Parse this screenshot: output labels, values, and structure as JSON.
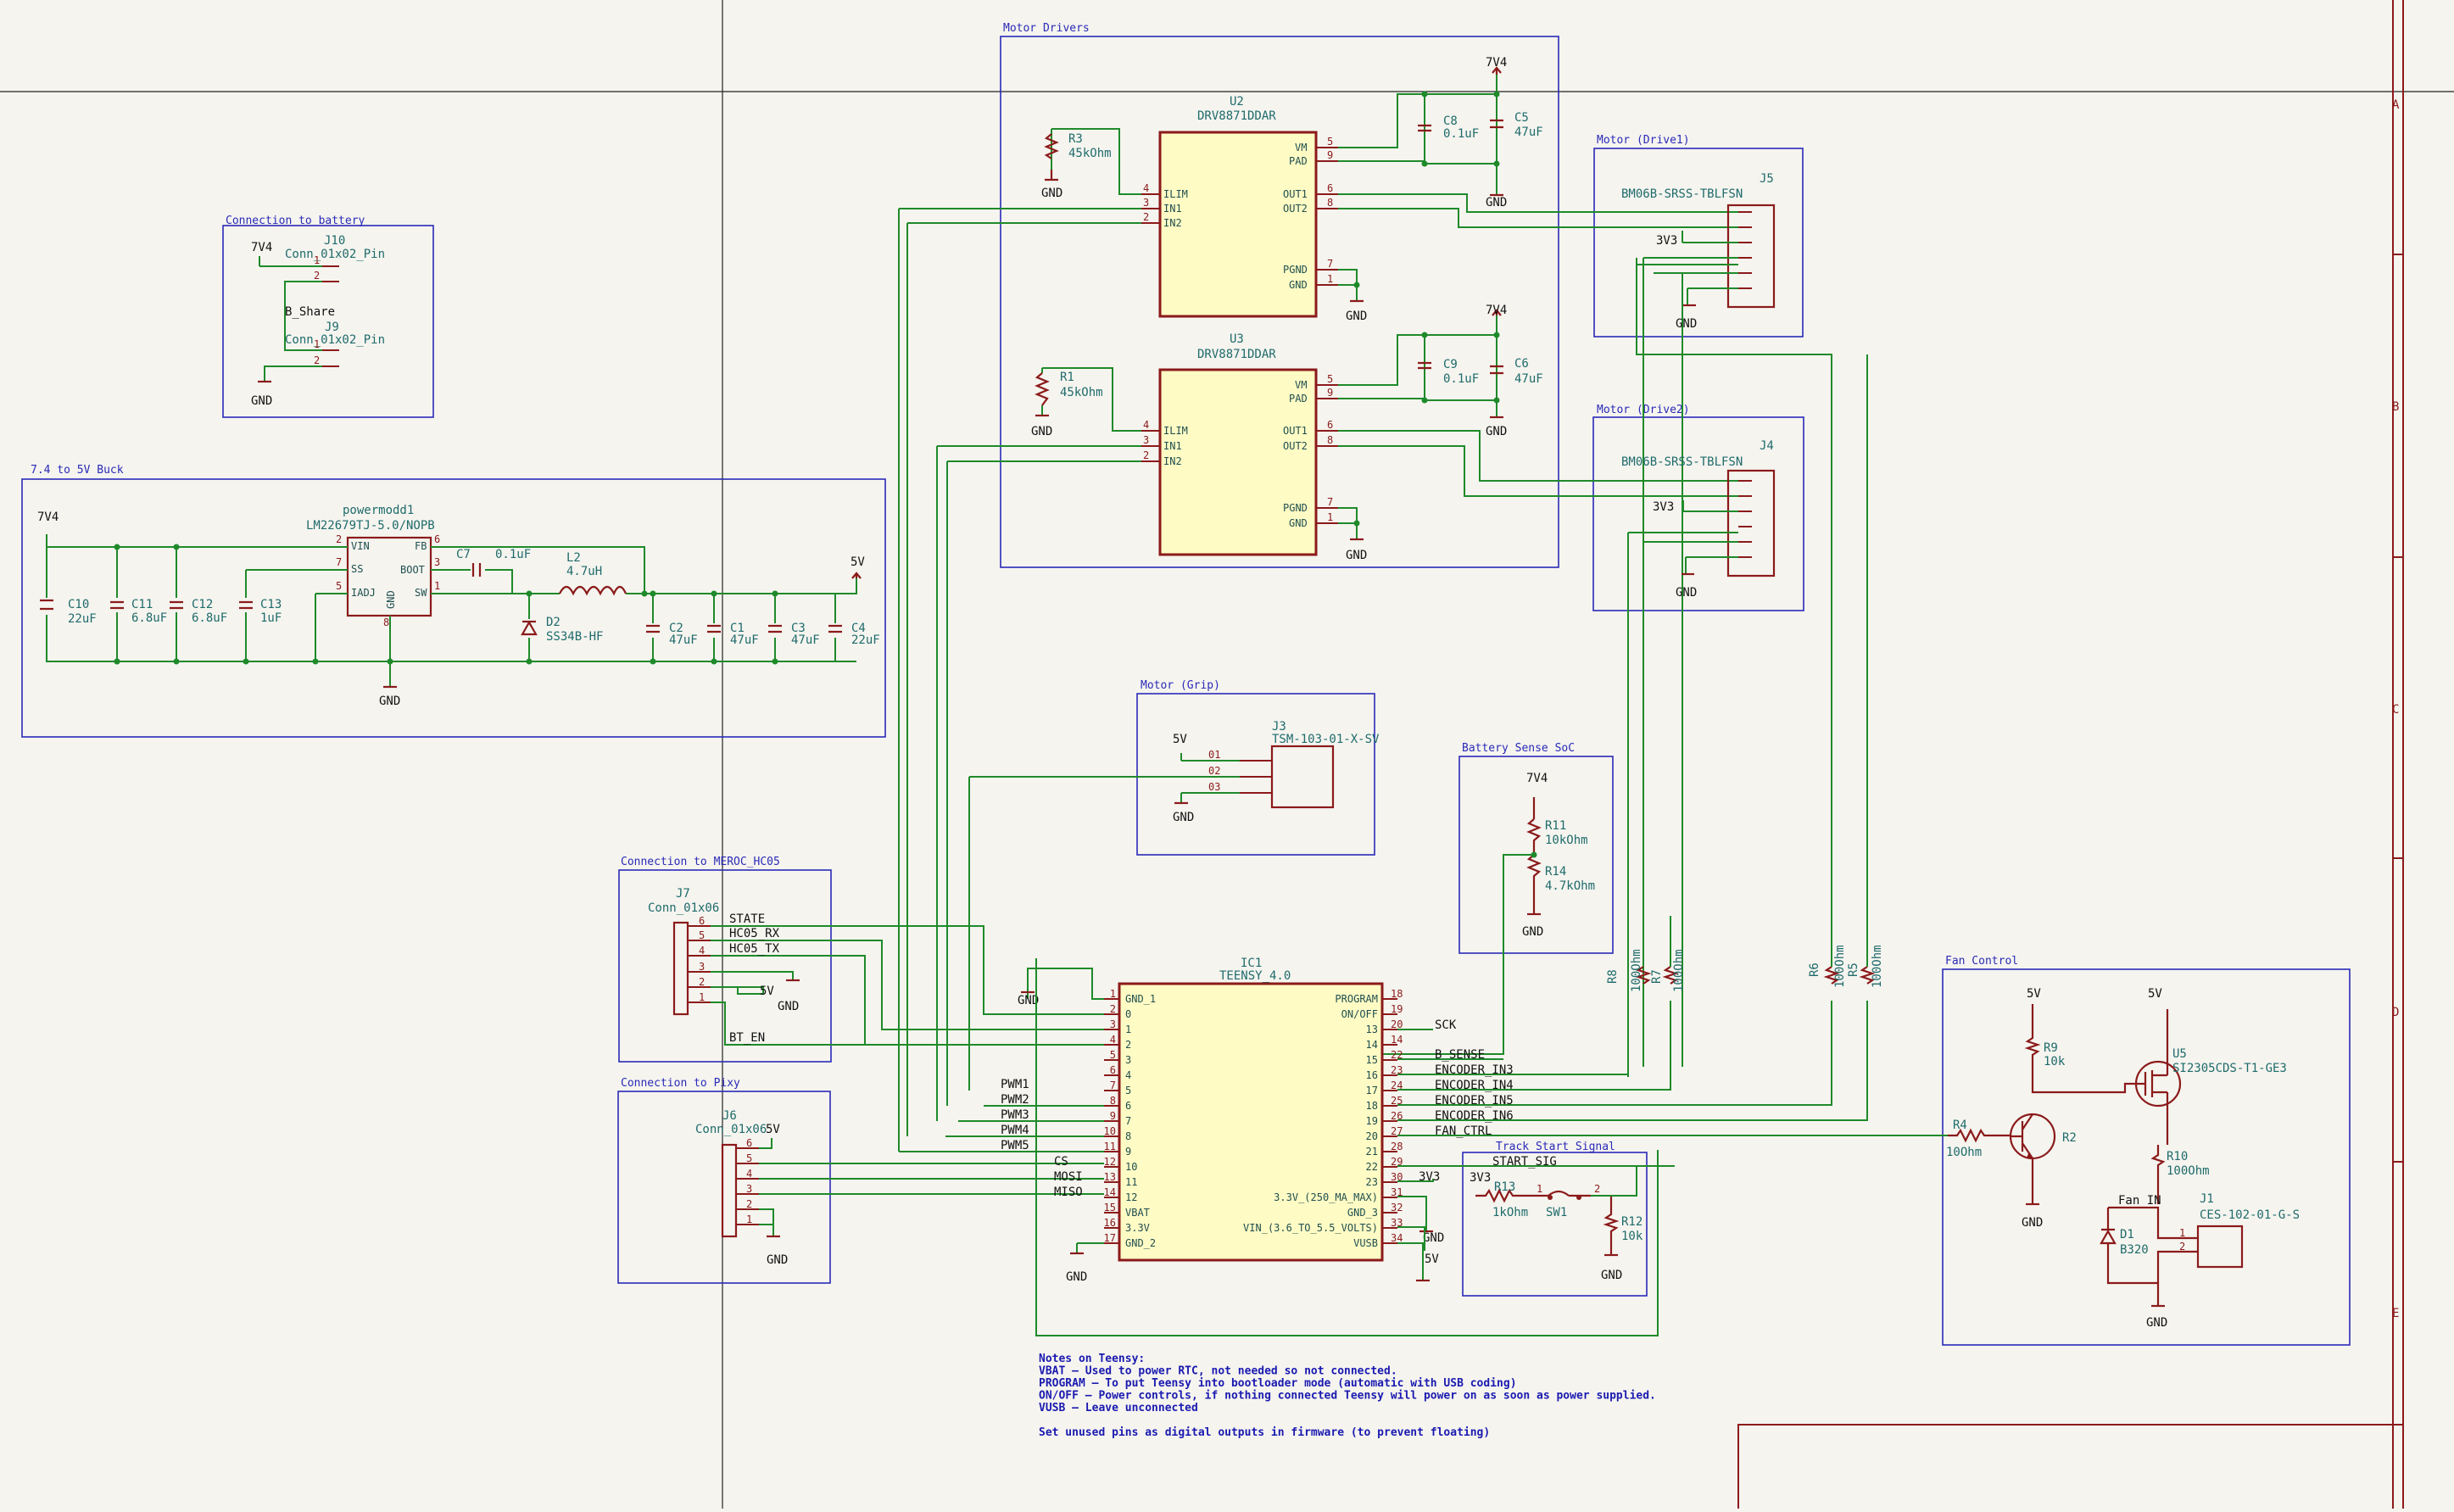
{
  "sheet_borders": {
    "row_letters": [
      "A",
      "B",
      "C",
      "D",
      "E"
    ]
  },
  "frames": {
    "motor_drivers": "Motor Drivers",
    "battery_conn": "Connection to battery",
    "buck": "7.4 to 5V Buck",
    "drive1": "Motor (Drive1)",
    "drive2": "Motor (Drive2)",
    "grip": "Motor (Grip)",
    "soc": "Battery Sense SoC",
    "hc05": "Connection to MEROC_HC05",
    "pixy": "Connection to Pixy",
    "fan": "Fan Control",
    "track": "Track Start Signal"
  },
  "u2": {
    "ref": "U2",
    "value": "DRV8871DDAR"
  },
  "u3": {
    "ref": "U3",
    "value": "DRV8871DDAR"
  },
  "drv_pins": {
    "ilim": "ILIM",
    "in1": "IN1",
    "in2": "IN2",
    "vm": "VM",
    "pad": "PAD",
    "out1": "OUT1",
    "out2": "OUT2",
    "pgnd": "PGND",
    "gnd": "GND"
  },
  "drv_pin_nums": {
    "ilim": "4",
    "in1": "3",
    "in2": "2",
    "vm": "5",
    "pad": "9",
    "out1": "6",
    "out2": "8",
    "pgnd": "7",
    "gnd": "1"
  },
  "r3": {
    "ref": "R3",
    "value": "45kOhm"
  },
  "r1": {
    "ref": "R1",
    "value": "45kOhm"
  },
  "c8": {
    "ref": "C8",
    "value": "0.1uF"
  },
  "c5": {
    "ref": "C5",
    "value": "47uF"
  },
  "c9": {
    "ref": "C9",
    "value": "0.1uF"
  },
  "c6": {
    "ref": "C6",
    "value": "47uF"
  },
  "j5": {
    "ref": "J5",
    "value": "BM06B-SRSS-TBLFSN"
  },
  "j4": {
    "ref": "J4",
    "value": "BM06B-SRSS-TBLFSN"
  },
  "j10": {
    "ref": "J10",
    "value": "Conn_01x02_Pin"
  },
  "j9": {
    "ref": "J9",
    "value": "Conn_01x02_Pin"
  },
  "b_share": "B_Share",
  "pm": {
    "ref": "powermodd1",
    "value": "LM22679TJ-5.0/NOPB"
  },
  "pm_pins": {
    "vin": "VIN",
    "ss": "SS",
    "iadj": "IADJ",
    "fb": "FB",
    "boot": "BOOT",
    "sw": "SW",
    "gnd": "GND"
  },
  "pm_pin_nums": {
    "vin": "2",
    "ss": "7",
    "iadj": "5",
    "fb": "6",
    "boot": "3",
    "sw": "1",
    "gnd": "8"
  },
  "buck_parts": {
    "c10": {
      "ref": "C10",
      "value": "22uF"
    },
    "c11": {
      "ref": "C11",
      "value": "6.8uF"
    },
    "c12": {
      "ref": "C12",
      "value": "6.8uF"
    },
    "c13": {
      "ref": "C13",
      "value": "1uF"
    },
    "c7": {
      "ref": "C7",
      "value": "0.1uF"
    },
    "l2": {
      "ref": "L2",
      "value": "4.7uH"
    },
    "d2": {
      "ref": "D2",
      "value": "SS34B-HF"
    },
    "c2": {
      "ref": "C2",
      "value": "47uF"
    },
    "c1": {
      "ref": "C1",
      "value": "47uF"
    },
    "c3": {
      "ref": "C3",
      "value": "47uF"
    },
    "c4": {
      "ref": "C4",
      "value": "22uF"
    }
  },
  "j3": {
    "ref": "J3",
    "value": "TSM-103-01-X-SV",
    "pins": [
      "01",
      "02",
      "03"
    ]
  },
  "r11": {
    "ref": "R11",
    "value": "10kOhm"
  },
  "r14": {
    "ref": "R14",
    "value": "4.7kOhm"
  },
  "j7": {
    "ref": "J7",
    "value": "Conn_01x06"
  },
  "j6": {
    "ref": "J6",
    "value": "Conn_01x06"
  },
  "ic1": {
    "ref": "IC1",
    "value": "TEENSY_4.0"
  },
  "ic1_left": [
    {
      "num": "1",
      "name": "GND_1"
    },
    {
      "num": "2",
      "name": "0"
    },
    {
      "num": "3",
      "name": "1"
    },
    {
      "num": "4",
      "name": "2"
    },
    {
      "num": "5",
      "name": "3"
    },
    {
      "num": "6",
      "name": "4"
    },
    {
      "num": "7",
      "name": "5"
    },
    {
      "num": "8",
      "name": "6"
    },
    {
      "num": "9",
      "name": "7"
    },
    {
      "num": "10",
      "name": "8"
    },
    {
      "num": "11",
      "name": "9"
    },
    {
      "num": "12",
      "name": "10"
    },
    {
      "num": "13",
      "name": "11"
    },
    {
      "num": "14",
      "name": "12"
    },
    {
      "num": "15",
      "name": "VBAT"
    },
    {
      "num": "16",
      "name": "3.3V"
    },
    {
      "num": "17",
      "name": "GND_2"
    }
  ],
  "ic1_right": [
    {
      "num": "18",
      "name": "PROGRAM"
    },
    {
      "num": "19",
      "name": "ON/OFF"
    },
    {
      "num": "20",
      "name": "13"
    },
    {
      "num": "14",
      "name": "14"
    },
    {
      "num": "22",
      "name": "15"
    },
    {
      "num": "23",
      "name": "16"
    },
    {
      "num": "24",
      "name": "17"
    },
    {
      "num": "25",
      "name": "18"
    },
    {
      "num": "26",
      "name": "19"
    },
    {
      "num": "27",
      "name": "20"
    },
    {
      "num": "28",
      "name": "21"
    },
    {
      "num": "29",
      "name": "22"
    },
    {
      "num": "30",
      "name": "23"
    },
    {
      "num": "31",
      "name": "3.3V_(250_MA_MAX)"
    },
    {
      "num": "32",
      "name": "GND_3"
    },
    {
      "num": "33",
      "name": "VIN_(3.6_TO_5.5_VOLTS)"
    },
    {
      "num": "34",
      "name": "VUSB"
    }
  ],
  "nets_left": [
    "PWM1",
    "PWM2",
    "PWM3",
    "PWM4",
    "PWM5",
    "CS",
    "MOSI",
    "MISO"
  ],
  "nets_right": {
    "sck": "SCK",
    "b_sense": "B_SENSE",
    "enc3": "ENCODER_IN3",
    "enc4": "ENCODER_IN4",
    "enc5": "ENCODER_IN5",
    "enc6": "ENCODER_IN6",
    "fan": "FAN_CTRL"
  },
  "j7_nets": {
    "state": "STATE",
    "rx": "HC05_RX",
    "tx": "HC05_TX",
    "bt": "BT_EN"
  },
  "resistors_vertical": [
    {
      "ref": "R8",
      "value": "100Ohm"
    },
    {
      "ref": "R7",
      "value": "100Ohm"
    },
    {
      "ref": "R6",
      "value": "100Ohm"
    },
    {
      "ref": "R5",
      "value": "100Ohm"
    }
  ],
  "track": {
    "net": "START_SIG",
    "r13": "R13",
    "r13_val": "1kOhm",
    "sw": "SW1",
    "r12": "R12",
    "r12_val": "10k"
  },
  "fan": {
    "r9": "R9",
    "r9_val": "10k",
    "u5": "U5",
    "u5_val": "SI2305CDS-T1-GE3",
    "r4": "R4",
    "r4_val": "10Ohm",
    "r2": "R2",
    "r10": "R10",
    "r10_val": "100Ohm",
    "fan_in": "Fan_IN",
    "d1": "D1",
    "d1_val": "B320",
    "j1": "J1",
    "j1_val": "CES-102-01-G-S"
  },
  "power": {
    "v7v4": "7V4",
    "v5v": "5V",
    "v3v3": "3V3",
    "gnd": "GND"
  },
  "notes": [
    "Notes on Teensy:",
    "VBAT — Used to power RTC, not needed so not connected.",
    "PROGRAM — To put Teensy into bootloader mode (automatic with USB coding)",
    "ON/OFF — Power controls, if nothing connected Teensy will power on as soon as power supplied.",
    "VUSB — Leave unconnected",
    "",
    "Set unused pins as digital outputs in firmware (to prevent floating)"
  ]
}
